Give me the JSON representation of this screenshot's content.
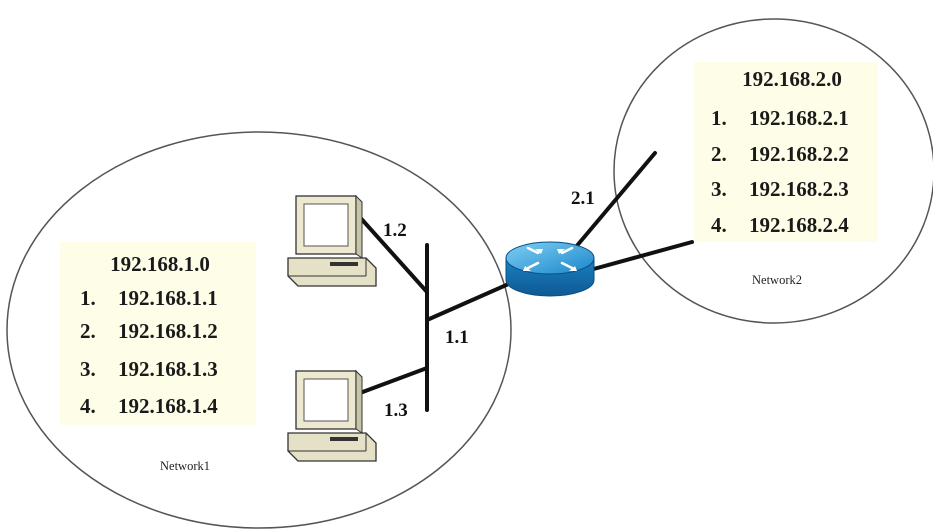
{
  "network1": {
    "name": "Network1",
    "subnet": "192.168.1.0",
    "hosts": [
      {
        "index": "1.",
        "address": "192.168.1.1"
      },
      {
        "index": "2.",
        "address": "192.168.1.2"
      },
      {
        "index": "3.",
        "address": "192.168.1.3"
      },
      {
        "index": "4.",
        "address": "192.168.1.4"
      }
    ]
  },
  "network2": {
    "name": "Network2",
    "subnet": "192.168.2.0",
    "hosts": [
      {
        "index": "1.",
        "address": "192.168.2.1"
      },
      {
        "index": "2.",
        "address": "192.168.2.2"
      },
      {
        "index": "3.",
        "address": "192.168.2.3"
      },
      {
        "index": "4.",
        "address": "192.168.2.4"
      }
    ]
  },
  "links": {
    "pc_top": "1.2",
    "pc_bottom": "1.3",
    "router_net1": "1.1",
    "router_net2": "2.1"
  },
  "colors": {
    "box_fill": "#fefde8",
    "router_blue": "#1f8fd0",
    "pc_beige": "#ece9d0"
  }
}
